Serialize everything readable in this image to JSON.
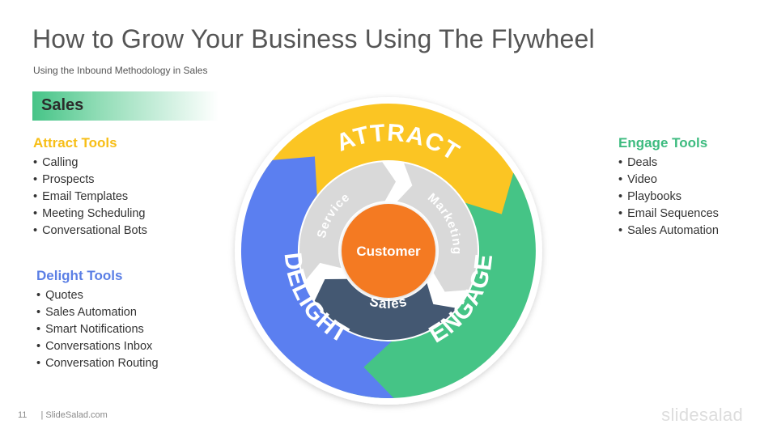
{
  "slide": {
    "title": "How to Grow Your Business Using The Flywheel",
    "subtitle": "Using the Inbound  Methodology  in Sales",
    "section_label": "Sales",
    "page_number": "11",
    "footer_text": "| SlideSalad.com",
    "logo": "slidesalad"
  },
  "attract_tools": {
    "title": "Attract Tools",
    "items": [
      "Calling",
      "Prospects",
      "Email Templates",
      "Meeting Scheduling",
      "Conversational Bots"
    ]
  },
  "delight_tools": {
    "title": "Delight Tools",
    "items": [
      "Quotes",
      "Sales Automation",
      "Smart Notifications",
      "Conversations Inbox",
      "Conversation Routing"
    ]
  },
  "engage_tools": {
    "title": "Engage Tools",
    "items": [
      "Deals",
      "Video",
      "Playbooks",
      "Email Sequences",
      "Sales Automation"
    ]
  },
  "flywheel": {
    "outer": [
      {
        "label": "ATTRACT",
        "color": "#fbc523"
      },
      {
        "label": "ENGAGE",
        "color": "#45c486"
      },
      {
        "label": "DELIGHT",
        "color": "#5b7ff0"
      }
    ],
    "inner": [
      {
        "label": "Marketing",
        "color": "#d9d9d9"
      },
      {
        "label": "Sales",
        "color": "#445872"
      },
      {
        "label": "Service",
        "color": "#d9d9d9"
      }
    ],
    "center": {
      "label": "Customer",
      "color": "#f47a20"
    }
  }
}
